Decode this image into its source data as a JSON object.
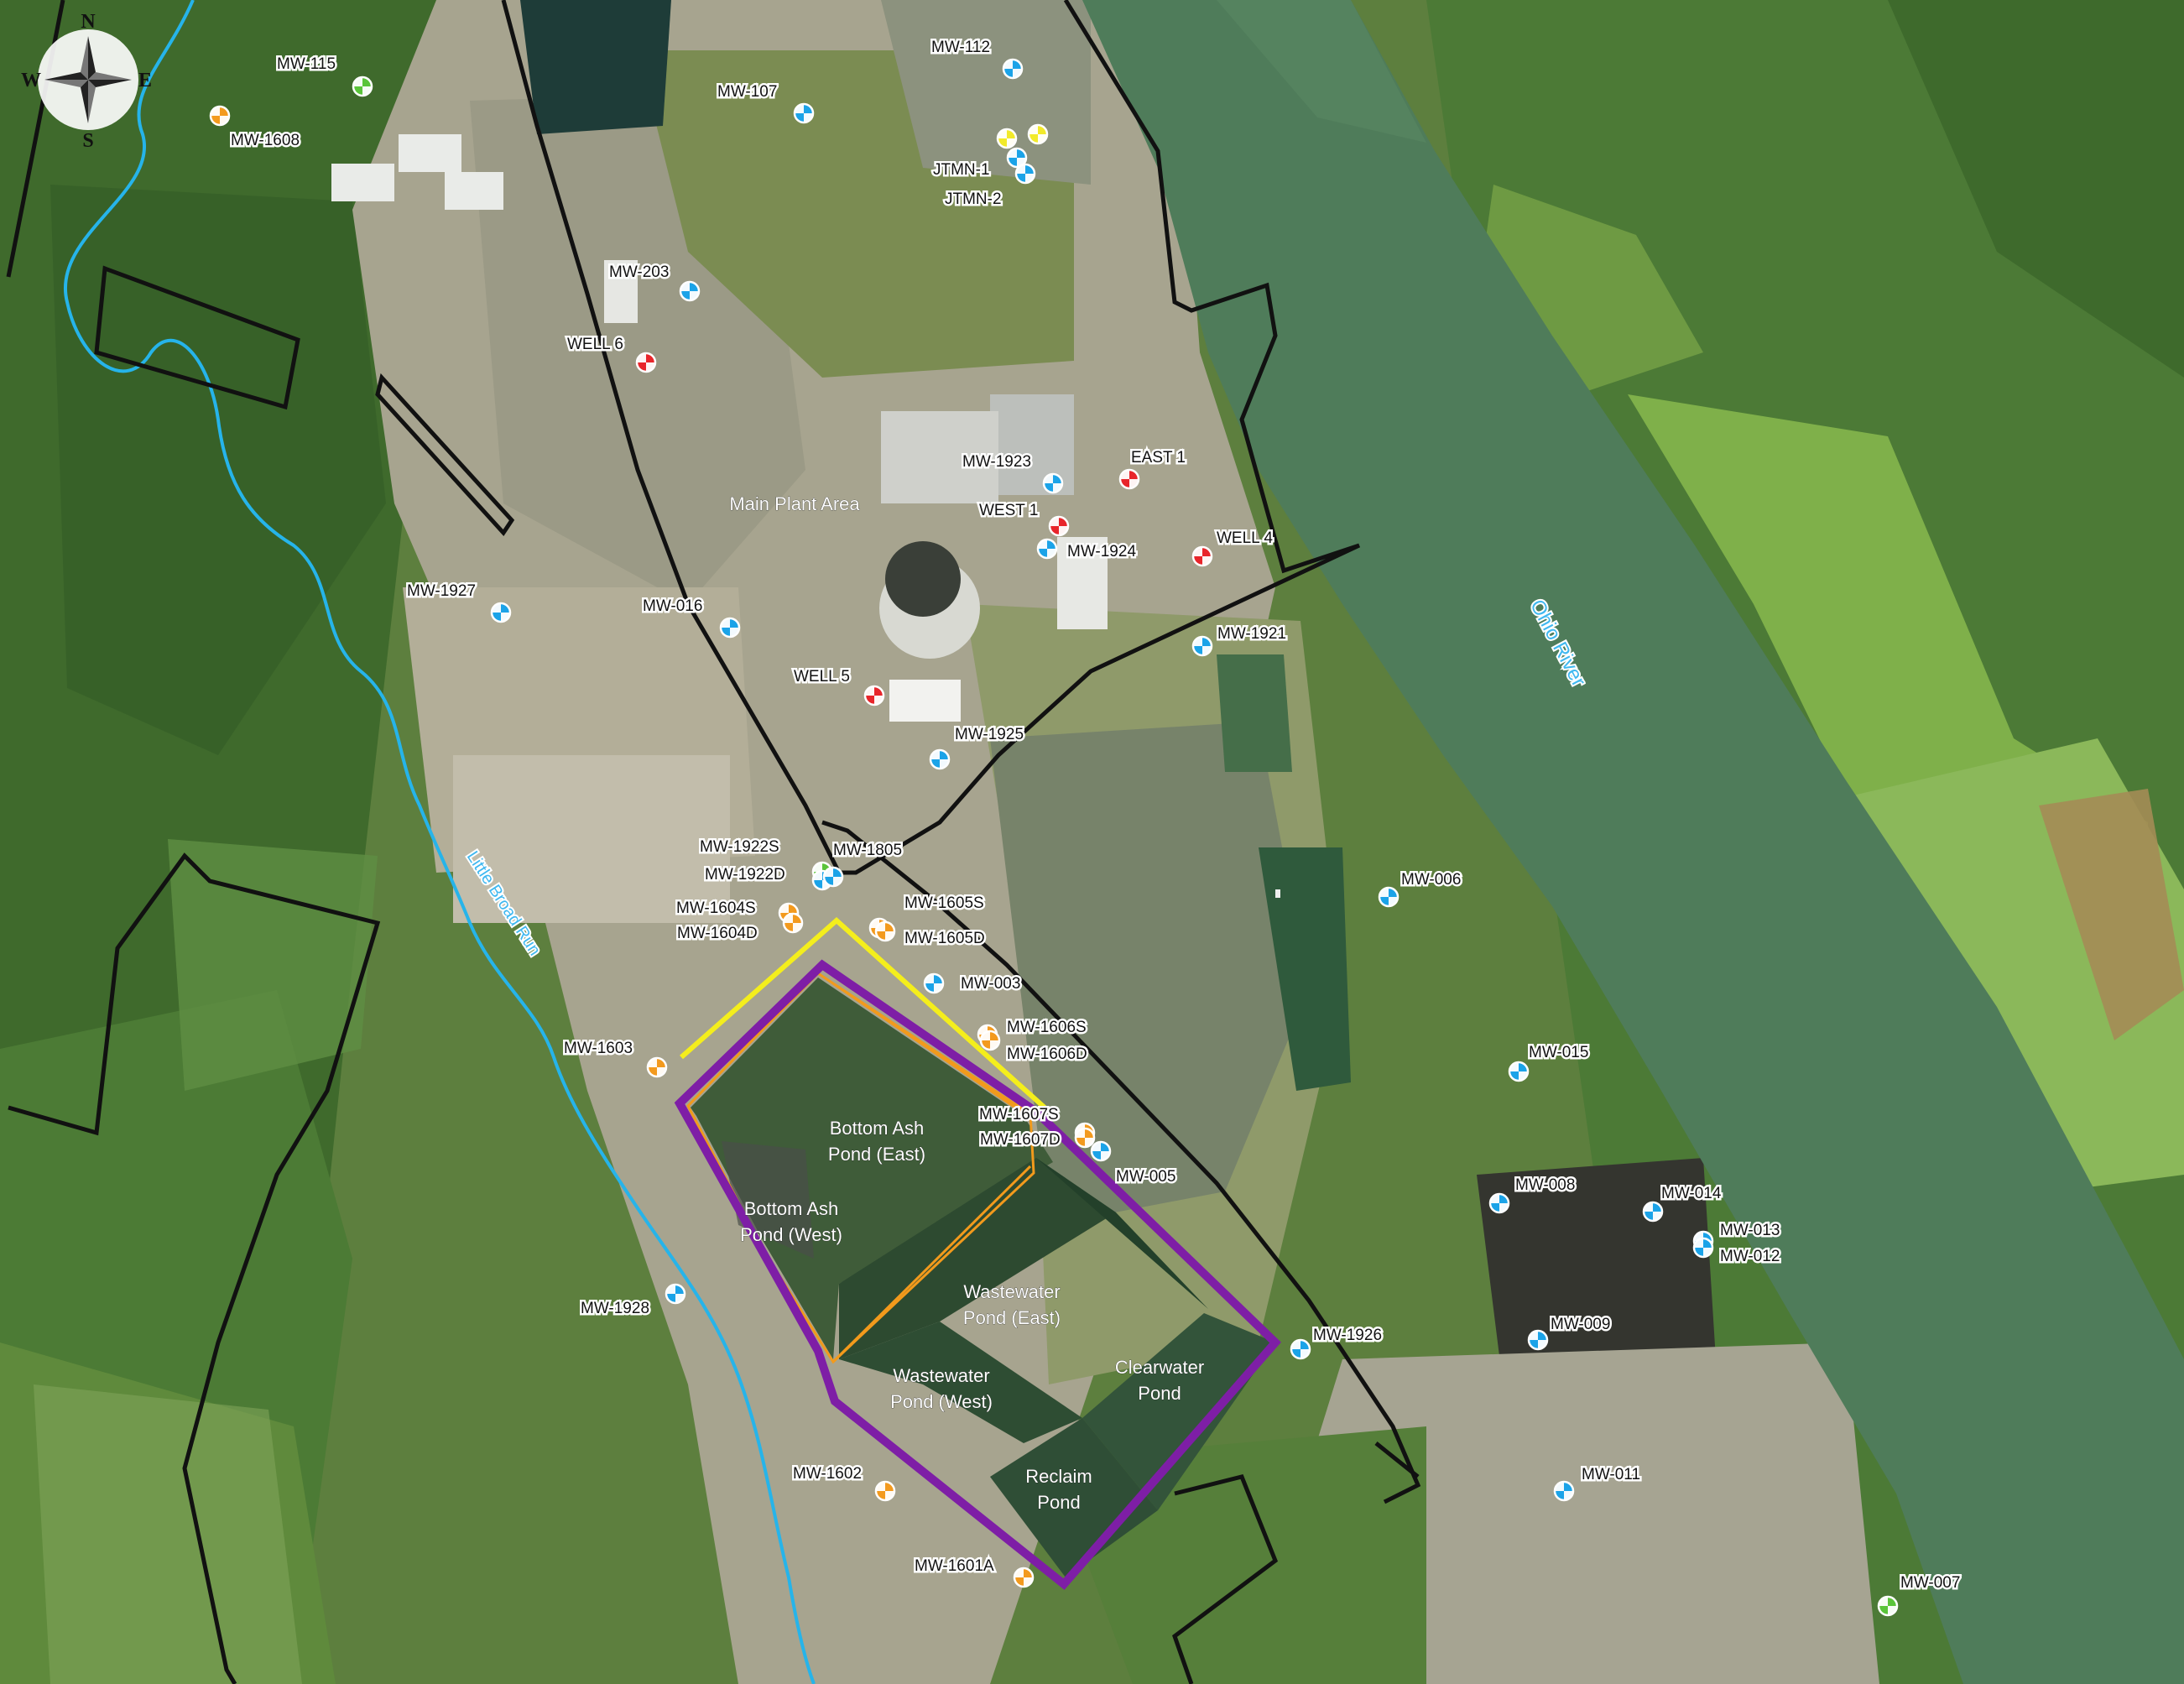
{
  "compass": {
    "n": "N",
    "s": "S",
    "e": "E",
    "w": "W"
  },
  "areas": {
    "main_plant": "Main Plant Area",
    "bottom_ash_east": [
      "Bottom Ash",
      "Pond (East)"
    ],
    "bottom_ash_west": [
      "Bottom Ash",
      "Pond (West)"
    ],
    "wastewater_east": [
      "Wastewater",
      "Pond (East)"
    ],
    "wastewater_west": [
      "Wastewater",
      "Pond (West)"
    ],
    "clearwater": [
      "Clearwater",
      "Pond"
    ],
    "reclaim": [
      "Reclaim",
      "Pond"
    ]
  },
  "water": {
    "ohio_river": "Ohio River",
    "little_broad_run": "Little Broad Run"
  },
  "wells": [
    {
      "id": "mw115",
      "label": "MW-115",
      "kind": "green"
    },
    {
      "id": "mw1608",
      "label": "MW-1608",
      "kind": "orange"
    },
    {
      "id": "mw107",
      "label": "MW-107",
      "kind": "blue"
    },
    {
      "id": "mw112",
      "label": "MW-112",
      "kind": "blue"
    },
    {
      "id": "jtmn_y1",
      "label": "",
      "kind": "yellow"
    },
    {
      "id": "jtmn_y2",
      "label": "",
      "kind": "yellow"
    },
    {
      "id": "jtmn1",
      "label": "JTMN-1",
      "kind": "blue"
    },
    {
      "id": "jtmn2",
      "label": "JTMN-2",
      "kind": "blue"
    },
    {
      "id": "mw203",
      "label": "MW-203",
      "kind": "blue"
    },
    {
      "id": "well6",
      "label": "WELL 6",
      "kind": "red"
    },
    {
      "id": "mw1923",
      "label": "MW-1923",
      "kind": "blue"
    },
    {
      "id": "east1",
      "label": "EAST 1",
      "kind": "red"
    },
    {
      "id": "west1",
      "label": "WEST 1",
      "kind": "red"
    },
    {
      "id": "mw1924",
      "label": "MW-1924",
      "kind": "blue"
    },
    {
      "id": "well4",
      "label": "WELL 4",
      "kind": "red"
    },
    {
      "id": "mw1927",
      "label": "MW-1927",
      "kind": "blue"
    },
    {
      "id": "mw016",
      "label": "MW-016",
      "kind": "blue"
    },
    {
      "id": "mw1921",
      "label": "MW-1921",
      "kind": "blue"
    },
    {
      "id": "well5",
      "label": "WELL 5",
      "kind": "red"
    },
    {
      "id": "mw1925",
      "label": "MW-1925",
      "kind": "blue"
    },
    {
      "id": "mw1922s",
      "label": "MW-1922S",
      "kind": "green"
    },
    {
      "id": "mw1922d",
      "label": "MW-1922D",
      "kind": "blue"
    },
    {
      "id": "mw1805",
      "label": "MW-1805",
      "kind": "blue"
    },
    {
      "id": "mw1604s",
      "label": "MW-1604S",
      "kind": "orange"
    },
    {
      "id": "mw1604d",
      "label": "MW-1604D",
      "kind": "orange"
    },
    {
      "id": "mw1605s",
      "label": "MW-1605S",
      "kind": "orange"
    },
    {
      "id": "mw1605d",
      "label": "MW-1605D",
      "kind": "orange"
    },
    {
      "id": "mw003",
      "label": "MW-003",
      "kind": "blue"
    },
    {
      "id": "mw006",
      "label": "MW-006",
      "kind": "blue"
    },
    {
      "id": "mw1606s",
      "label": "MW-1606S",
      "kind": "orange"
    },
    {
      "id": "mw1606d",
      "label": "MW-1606D",
      "kind": "orange"
    },
    {
      "id": "mw1603",
      "label": "MW-1603",
      "kind": "orange"
    },
    {
      "id": "mw015",
      "label": "MW-015",
      "kind": "blue"
    },
    {
      "id": "mw1607s",
      "label": "MW-1607S",
      "kind": "orange"
    },
    {
      "id": "mw1607d",
      "label": "MW-1607D",
      "kind": "orange"
    },
    {
      "id": "mw005",
      "label": "MW-005",
      "kind": "blue"
    },
    {
      "id": "mw008",
      "label": "MW-008",
      "kind": "blue"
    },
    {
      "id": "mw014",
      "label": "MW-014",
      "kind": "blue"
    },
    {
      "id": "mw013",
      "label": "MW-013",
      "kind": "blue"
    },
    {
      "id": "mw012",
      "label": "MW-012",
      "kind": "blue"
    },
    {
      "id": "mw1928",
      "label": "MW-1928",
      "kind": "blue"
    },
    {
      "id": "mw1926",
      "label": "MW-1926",
      "kind": "blue"
    },
    {
      "id": "mw009",
      "label": "MW-009",
      "kind": "blue"
    },
    {
      "id": "mw1602",
      "label": "MW-1602",
      "kind": "orange"
    },
    {
      "id": "mw011",
      "label": "MW-011",
      "kind": "blue"
    },
    {
      "id": "mw1601a",
      "label": "MW-1601A",
      "kind": "orange"
    },
    {
      "id": "mw007",
      "label": "MW-007",
      "kind": "green"
    }
  ],
  "colors": {
    "blue": "#1ba3e8",
    "orange": "#f39a1e",
    "red": "#e8252b",
    "green": "#5ac43a",
    "yellow": "#f2ea2a",
    "boundary": "#111111",
    "purple": "#7e1ea6",
    "yellow_line": "#f4ee1c",
    "orange_line": "#f29a1c",
    "creek": "#26b4ea",
    "river": "#4f7c5a"
  }
}
